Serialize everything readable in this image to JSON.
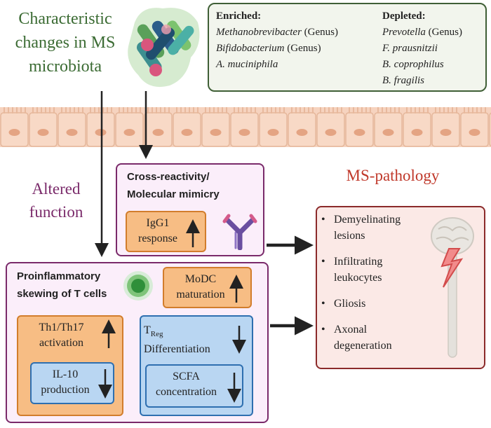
{
  "title": "Characteristic changes in MS microbiota",
  "legend": {
    "enriched_header": "Enriched:",
    "enriched": [
      "Methanobrevibacter",
      "Bifidobacterium",
      "A. muciniphila"
    ],
    "enriched_suffix": [
      " (Genus)",
      " (Genus)",
      ""
    ],
    "depleted_header": "Depleted:",
    "depleted": [
      "Prevotella",
      "F. prausnitzii",
      "B. coprophilus",
      "B. fragilis"
    ],
    "depleted_suffix": [
      " (Genus)",
      "",
      "",
      ""
    ]
  },
  "altered_function": "Altered function",
  "ms_pathology": "MS-pathology",
  "cross_reactivity": {
    "title_line1": "Cross-reactivity/",
    "title_line2": "Molecular mimicry",
    "igg1_line1": "IgG1",
    "igg1_line2": "response"
  },
  "proinflammatory": {
    "title_line1": "Proinflammatory",
    "title_line2": "skewing of T cells",
    "modc_line1": "MoDC",
    "modc_line2": "maturation",
    "th_line1": "Th1/Th17",
    "th_line2": "activation",
    "il10_line1": "IL-10",
    "il10_line2": "production",
    "treg_main": "T",
    "treg_sub": "Reg",
    "treg_line2": "Differentiation",
    "scfa_line1": "SCFA",
    "scfa_line2": "concentration"
  },
  "pathology_items": [
    {
      "line1": "Demyelinating",
      "line2": "lesions"
    },
    {
      "line1": "Infiltrating",
      "line2": "leukocytes"
    },
    {
      "line1": "Gliosis",
      "line2": ""
    },
    {
      "line1": "Axonal",
      "line2": "degeneration"
    }
  ],
  "colors": {
    "title_green": "#3b6b33",
    "altered_purple": "#7a2a6a",
    "pathology_red": "#c0392b",
    "increase_box": "#f7bd84",
    "decrease_box": "#b9d6f2"
  }
}
